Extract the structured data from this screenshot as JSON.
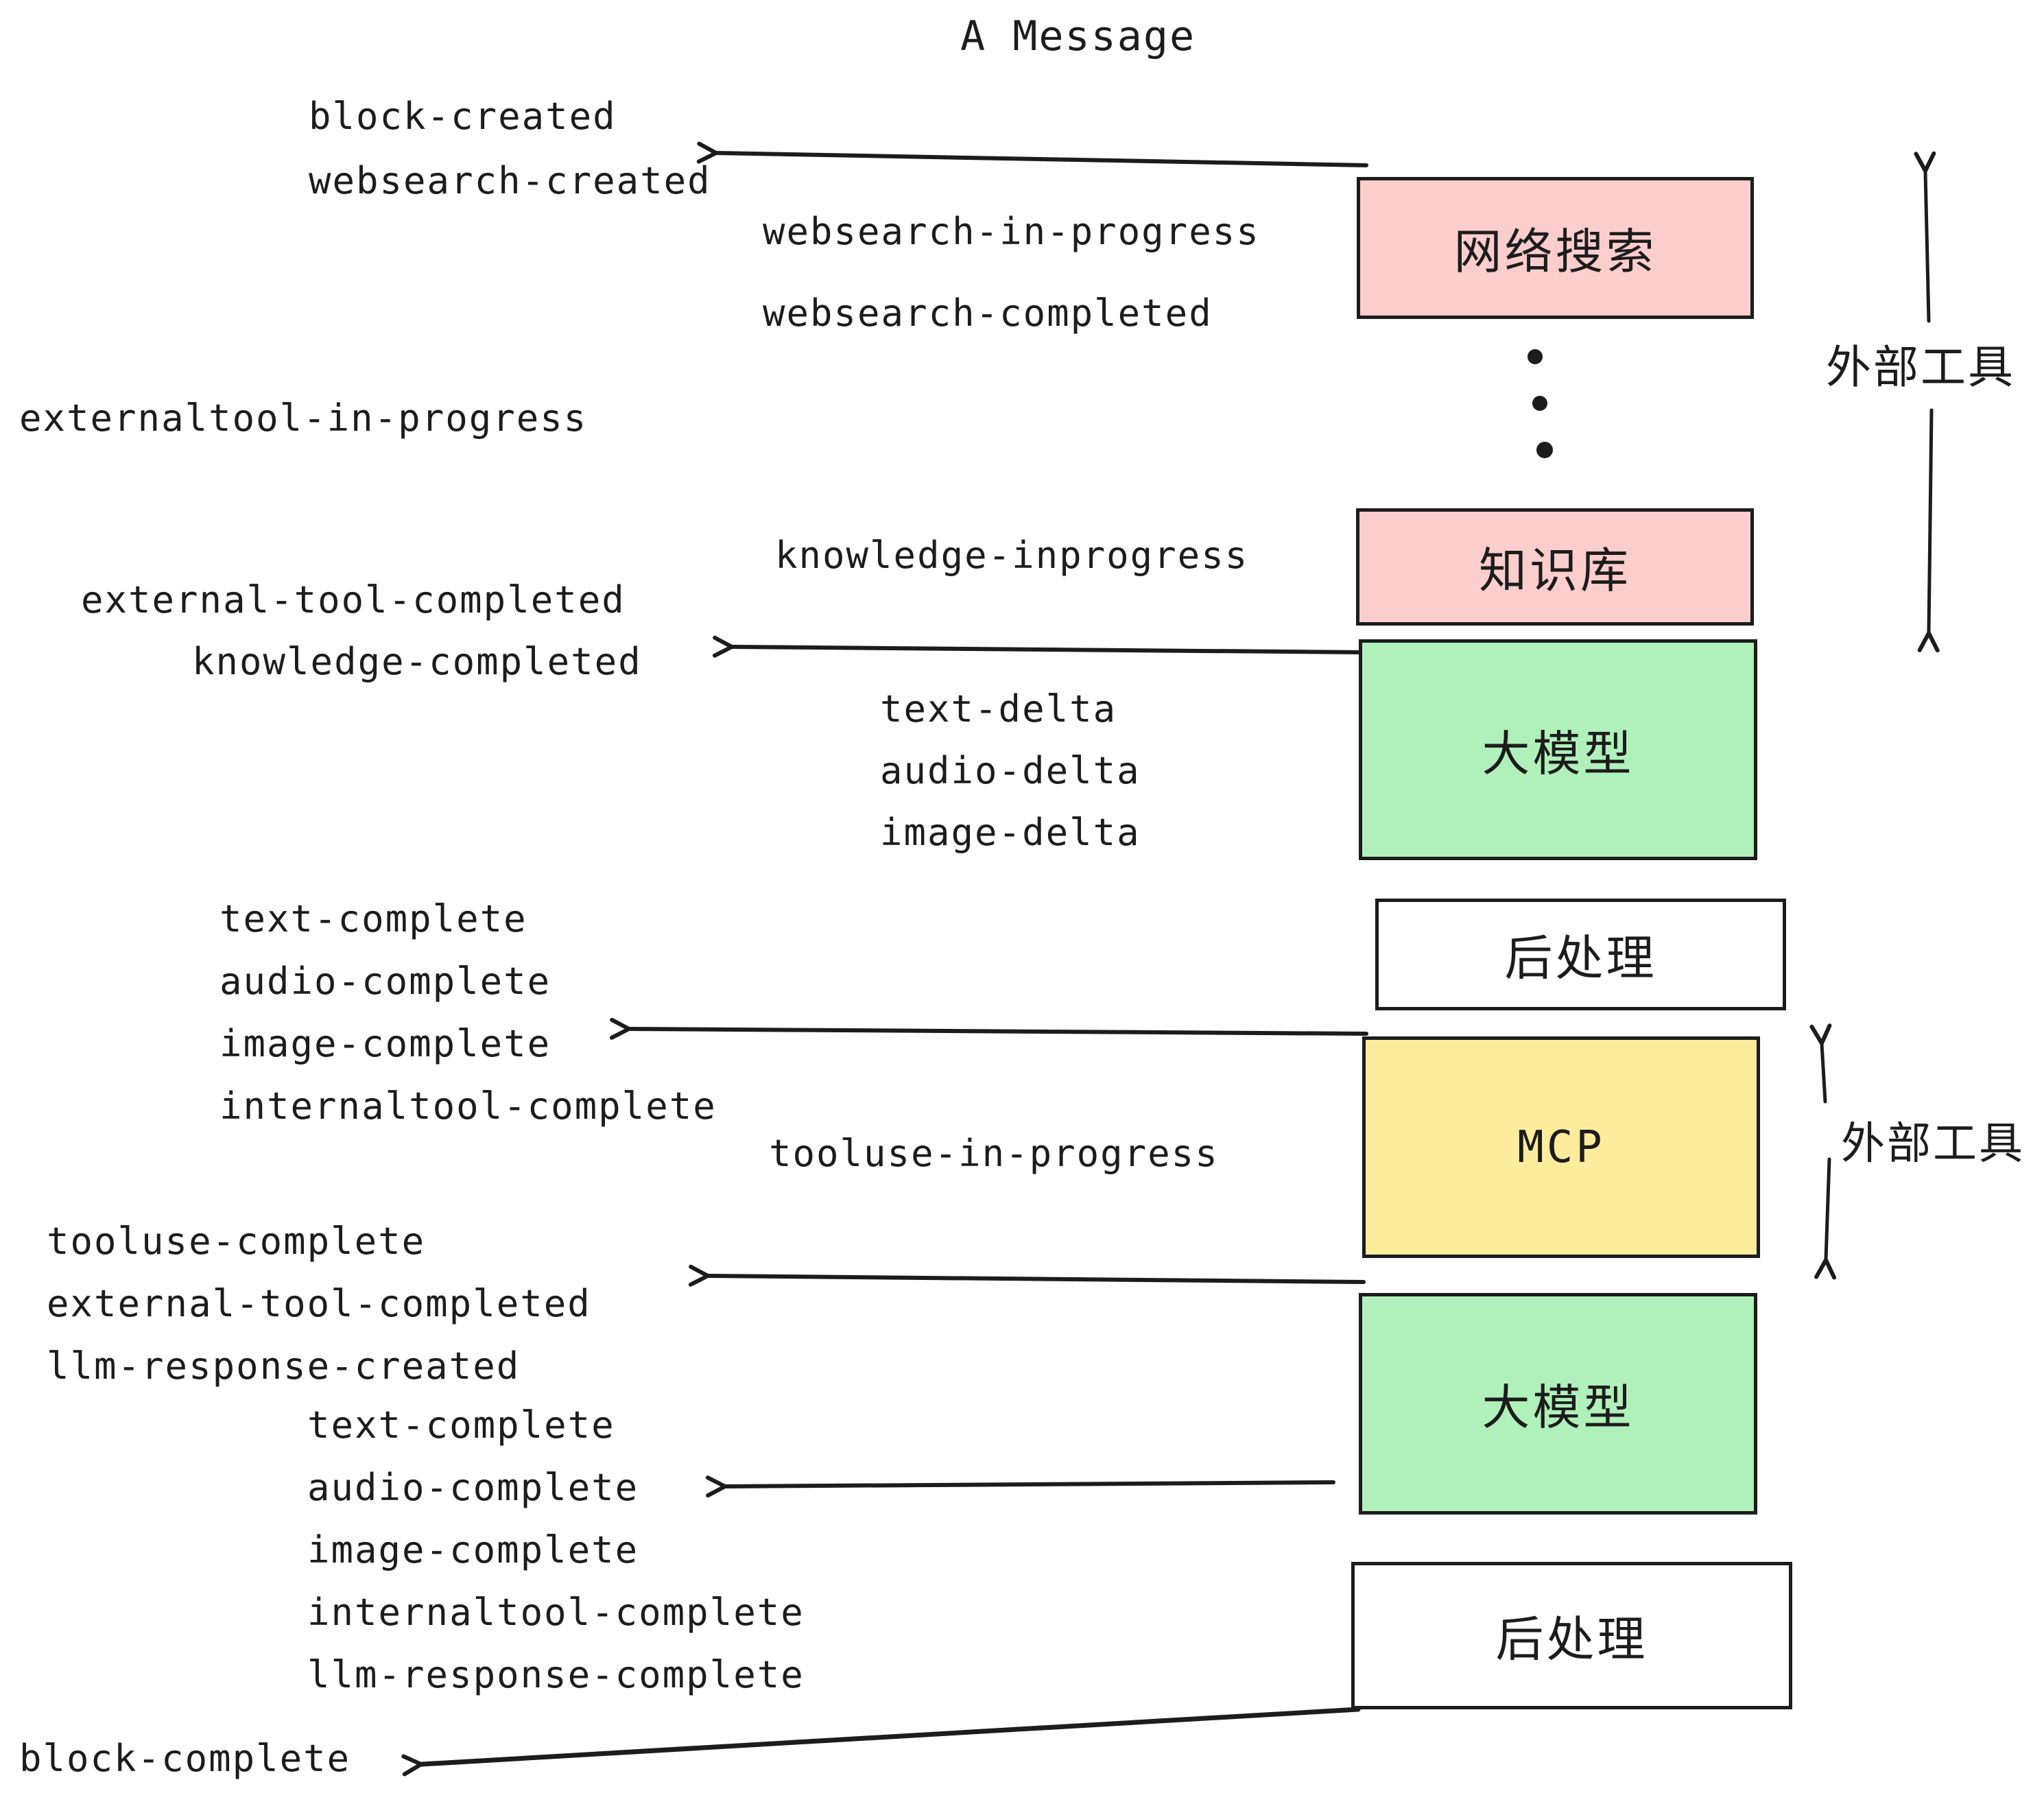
{
  "title": {
    "text": "A Message"
  },
  "colors": {
    "pink": "#fbcdcd",
    "green": "#b0f0ba",
    "yellow": "#fdec9c",
    "white": "#ffffff",
    "ink": "#1c1c1c",
    "background": "#ffffff"
  },
  "boxes": [
    {
      "id": "web-search",
      "label": "网络搜索"
    },
    {
      "id": "knowledge-base",
      "label": "知识库"
    },
    {
      "id": "llm-1",
      "label": "大模型"
    },
    {
      "id": "post-process-1",
      "label": "后处理"
    },
    {
      "id": "mcp",
      "label": "MCP"
    },
    {
      "id": "llm-2",
      "label": "大模型"
    },
    {
      "id": "post-process-2",
      "label": "后处理"
    }
  ],
  "side_labels": [
    {
      "id": "external-tools-top",
      "text": "外部工具"
    },
    {
      "id": "external-tools-mcp",
      "text": "外部工具"
    }
  ],
  "events": [
    {
      "text": "block-created"
    },
    {
      "text": "websearch-created"
    },
    {
      "text": "websearch-in-progress"
    },
    {
      "text": "websearch-completed"
    },
    {
      "text": "externaltool-in-progress"
    },
    {
      "text": "knowledge-inprogress"
    },
    {
      "text": "external-tool-completed"
    },
    {
      "text": "knowledge-completed"
    },
    {
      "text": "text-delta"
    },
    {
      "text": "audio-delta"
    },
    {
      "text": "image-delta"
    },
    {
      "text": "text-complete"
    },
    {
      "text": "audio-complete"
    },
    {
      "text": "image-complete"
    },
    {
      "text": "internaltool-complete"
    },
    {
      "text": "tooluse-in-progress"
    },
    {
      "text": "tooluse-complete"
    },
    {
      "text": "external-tool-completed"
    },
    {
      "text": "llm-response-created"
    },
    {
      "text": "text-complete"
    },
    {
      "text": "audio-complete"
    },
    {
      "text": "image-complete"
    },
    {
      "text": "internaltool-complete"
    },
    {
      "text": "llm-response-complete"
    },
    {
      "text": "block-complete"
    }
  ],
  "decorations": {
    "ellipsis_dots": 3
  }
}
